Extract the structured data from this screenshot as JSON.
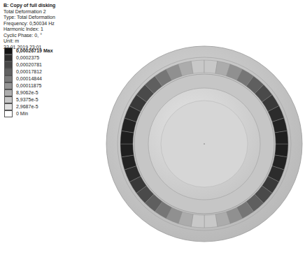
{
  "diagram": {
    "title": "B: Copy of full disking",
    "labels": [
      "Total Deformation 2",
      "Type: Total Deformation",
      "Frequency: 0,50034 Hz",
      "Harmonic Index: 1",
      "Cyclic Phase: 0, °",
      "Unit: m",
      "22.01.2019 23:01"
    ],
    "legend": [
      {
        "text": "0,00026719 Max",
        "color": "#141414"
      },
      {
        "text": "0,0002375",
        "color": "#2e2e2e"
      },
      {
        "text": "0,00020781",
        "color": "#474747"
      },
      {
        "text": "0,00017812",
        "color": "#616161"
      },
      {
        "text": "0,00014844",
        "color": "#7a7a7a"
      },
      {
        "text": "0,00011875",
        "color": "#949494"
      },
      {
        "text": "8,9062e-5",
        "color": "#adadad"
      },
      {
        "text": "5,9375e-5",
        "color": "#c7c7c7"
      },
      {
        "text": "2,9687e-5",
        "color": "#e0e0e0"
      },
      {
        "text": "0 Min",
        "color": "#ffffff"
      }
    ]
  }
}
